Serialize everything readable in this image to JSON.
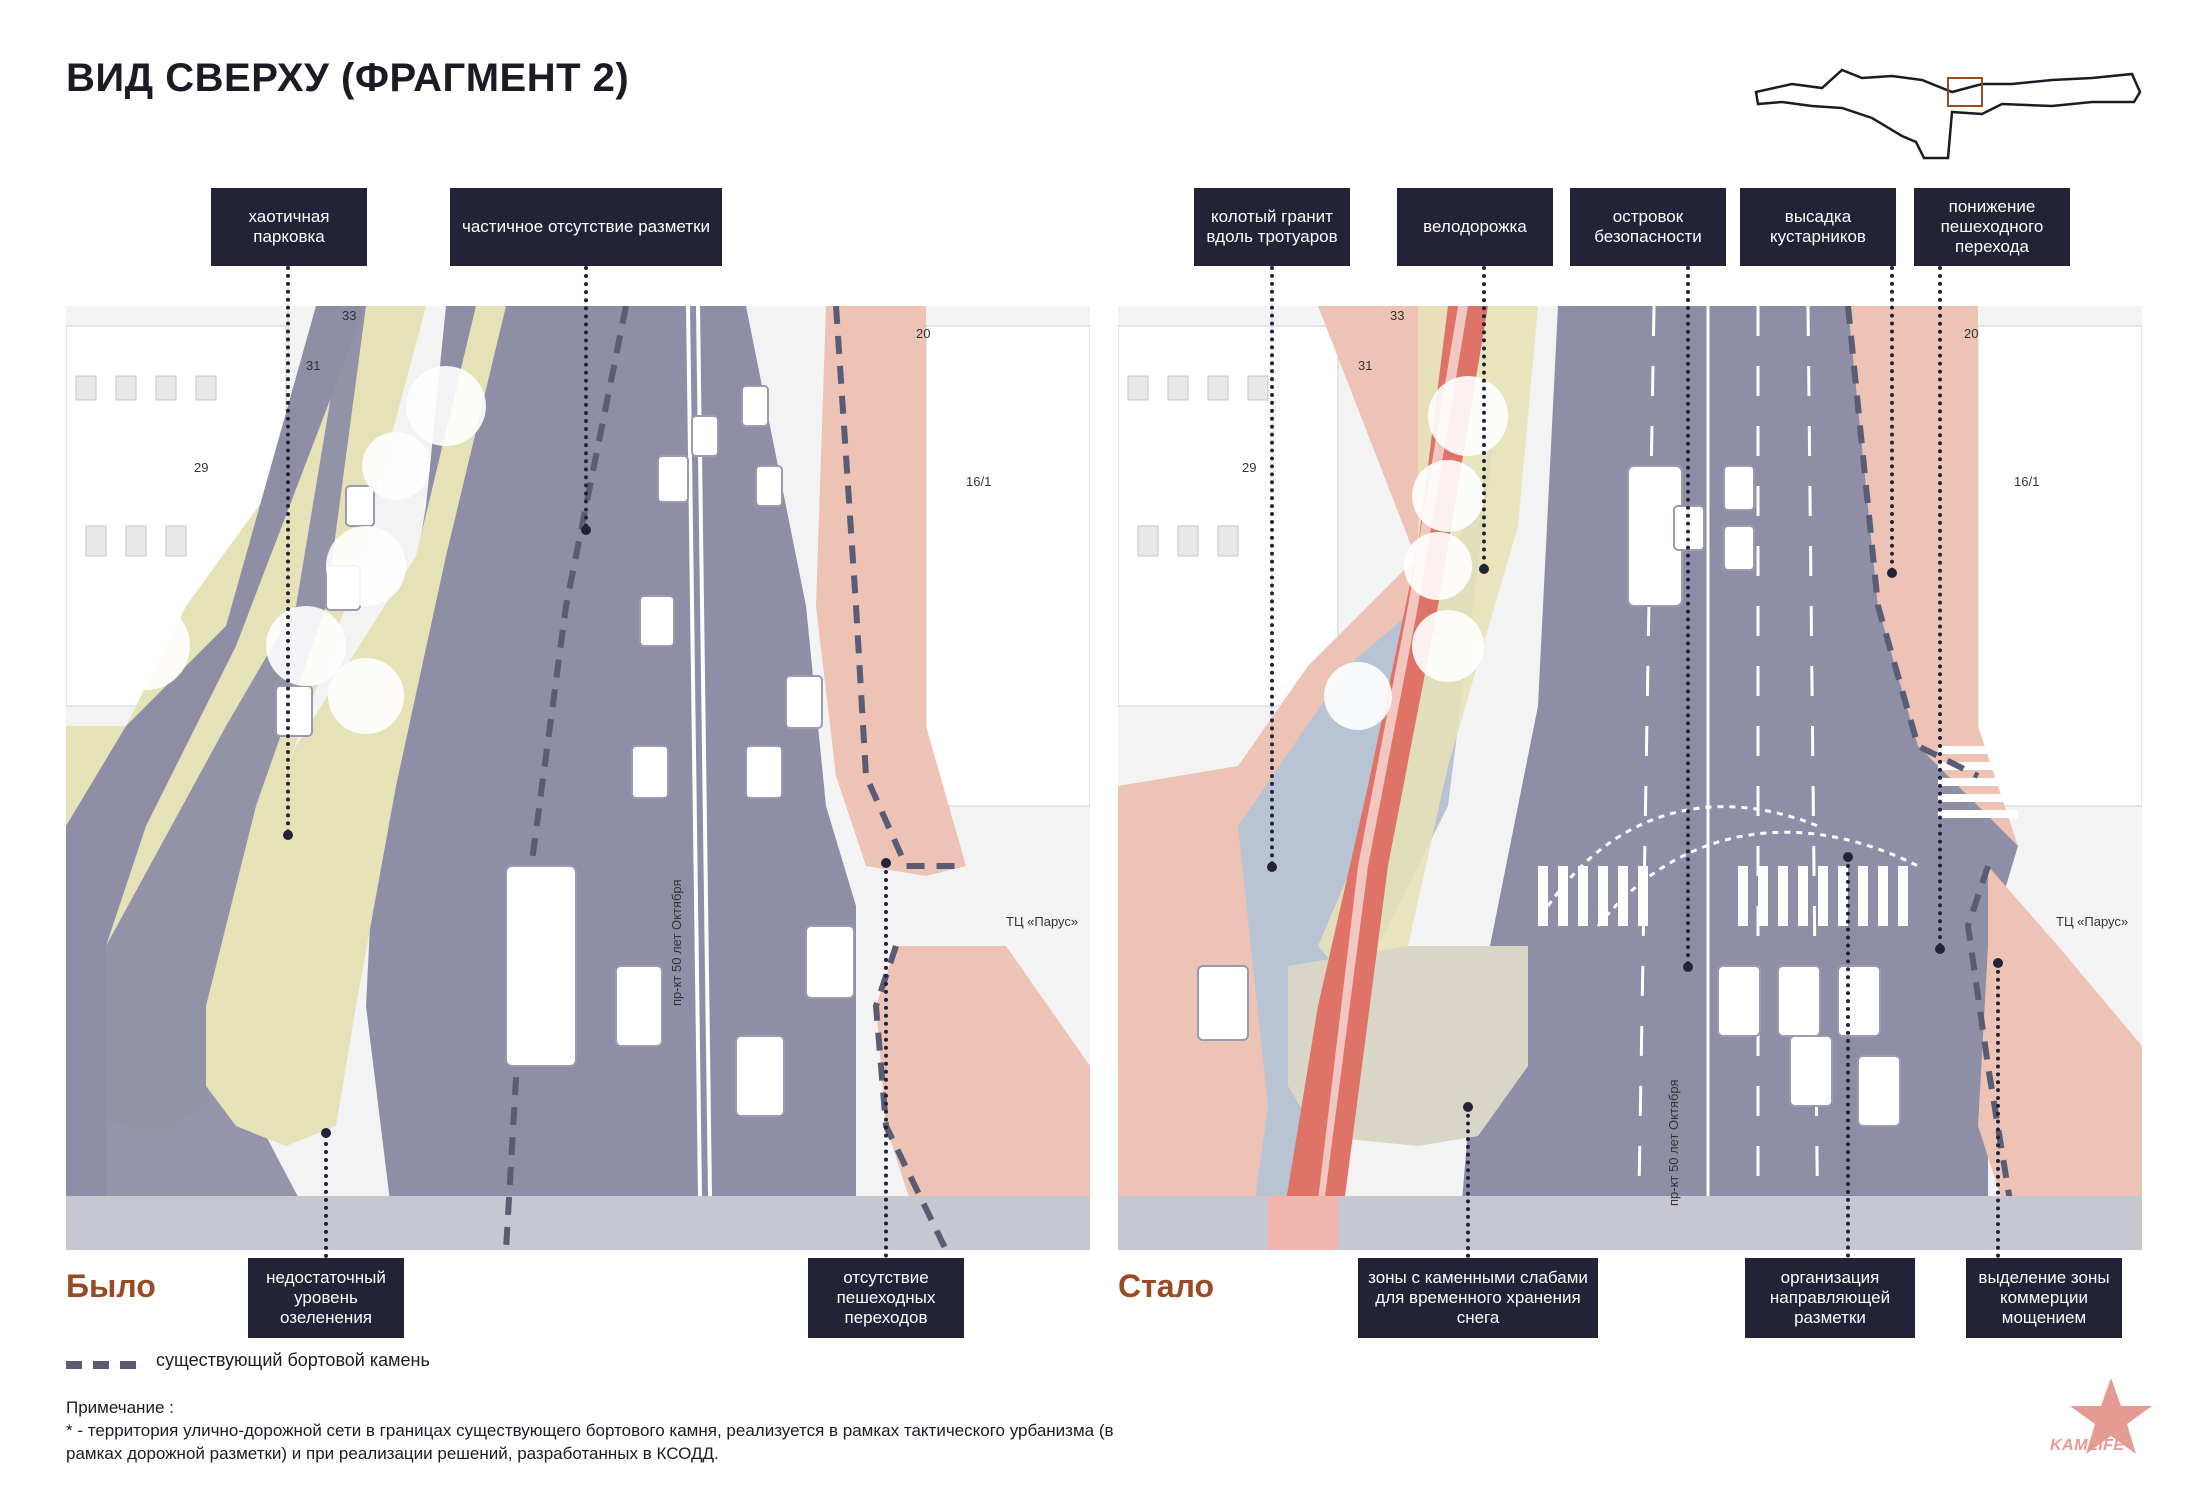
{
  "title": "ВИД СВЕРХУ (ФРАГМЕНТ 2)",
  "before": {
    "label": "Было",
    "callouts": {
      "chaotic_parking": "хаотичная парковка",
      "partial_marking": "частичное отсутствие разметки",
      "insufficient_greening": "недостаточный уровень озеленения",
      "no_crossings": "отсутствие пешеходных переходов"
    }
  },
  "after": {
    "label": "Стало",
    "callouts": {
      "granite": "колотый гранит вдоль тротуаров",
      "bike_lane": "велодорожка",
      "safety_island": "островок безопасности",
      "shrubs": "высадка кустарников",
      "lowered_crossing": "понижение пешеходного перехода",
      "stone_slabs": "зоны с каменными слабами для временного хранения снега",
      "direction_marking": "организация направляющей разметки",
      "commerce_zone": "выделение зоны коммерции мощением"
    }
  },
  "map_labels": {
    "b33": "33",
    "b31": "31",
    "b29": "29",
    "b20": "20",
    "b16": "16/1",
    "mall": "ТЦ «Парус»",
    "avenue": "пр-кт 50 лет Октября"
  },
  "legend": {
    "curb": "существующий бортовой камень"
  },
  "note": {
    "head": "Примечание :",
    "text": "* - территория улично-дорожной сети в границах существующего бортового камня, реализуется в рамках тактического урбанизма (в рамках дорожной разметки) и при реализации решений, разработанных в КСОДД."
  },
  "brand": "KAMLIFE",
  "colors": {
    "road": "#8e8ea6",
    "green_zone": "#e6e2b8",
    "pink_zone": "#ecc3b4",
    "bike_lane": "#df7367",
    "label_bg": "#232338",
    "accent": "#9a4a26"
  }
}
